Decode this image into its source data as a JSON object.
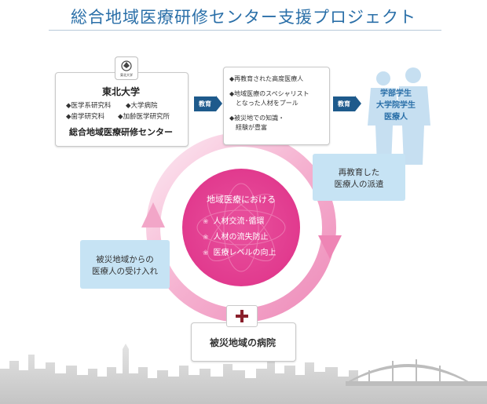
{
  "title": "総合地域医療研修センター支援プロジェクト",
  "university": {
    "logo_text": "東北大学",
    "name": "東北大学",
    "departments": [
      "◆医学系研究科",
      "◆大学病院",
      "◆歯学研究科",
      "◆加齢医学研究所"
    ],
    "center_name": "総合地域医療研修センター"
  },
  "education_label_1": "教育",
  "education_label_2": "教育",
  "training_items": [
    "◆再教育された高度医療人",
    "◆地域医療のスペシャリスト",
    "となった人材をプール",
    "◆被災地での知識・",
    "経験が豊富"
  ],
  "people": [
    "学部学生",
    "大学院学生",
    "医療人"
  ],
  "dispatch": [
    "再教育した",
    "医療人の派遣"
  ],
  "accept": [
    "被災地域からの",
    "医療人の受け入れ"
  ],
  "circle": {
    "title": "地域医療における",
    "items": [
      "人材交流･循環",
      "人材の流失防止",
      "医療レベルの向上"
    ]
  },
  "hospital": "被災地域の病院",
  "colors": {
    "title_blue": "#2a6fa8",
    "pink": "#e13a8e",
    "light_blue": "#c6e3f4",
    "navy": "#1e5a8c"
  }
}
